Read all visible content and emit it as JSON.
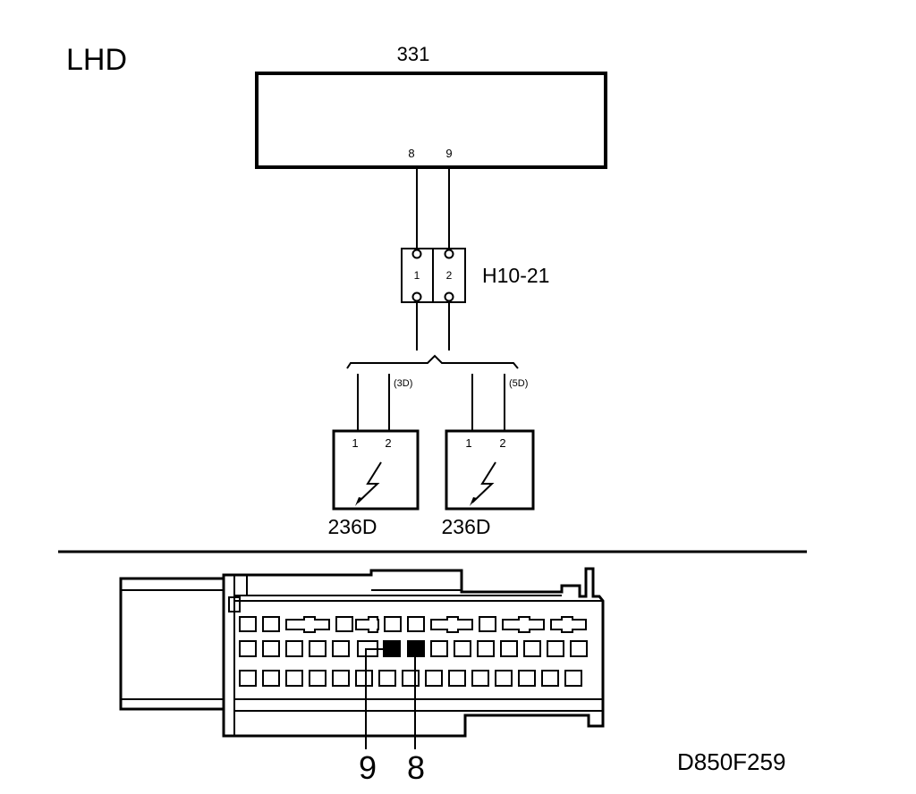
{
  "labels": {
    "variant": "LHD",
    "module_id": "331",
    "module_pin_8": "8",
    "module_pin_9": "9",
    "connector_id": "H10-21",
    "connector_pin_1": "1",
    "connector_pin_2": "2",
    "branch_3d": "(3D)",
    "branch_5d": "(5D)",
    "sensor_left_pin_1": "1",
    "sensor_left_pin_2": "2",
    "sensor_right_pin_1": "1",
    "sensor_right_pin_2": "2",
    "sensor_left_id": "236D",
    "sensor_right_id": "236D",
    "plug_pin_9": "9",
    "plug_pin_8": "8",
    "figure_code": "D850F259"
  },
  "colors": {
    "line": "#000000",
    "background": "#ffffff",
    "highlighted_pin": "#000000"
  }
}
